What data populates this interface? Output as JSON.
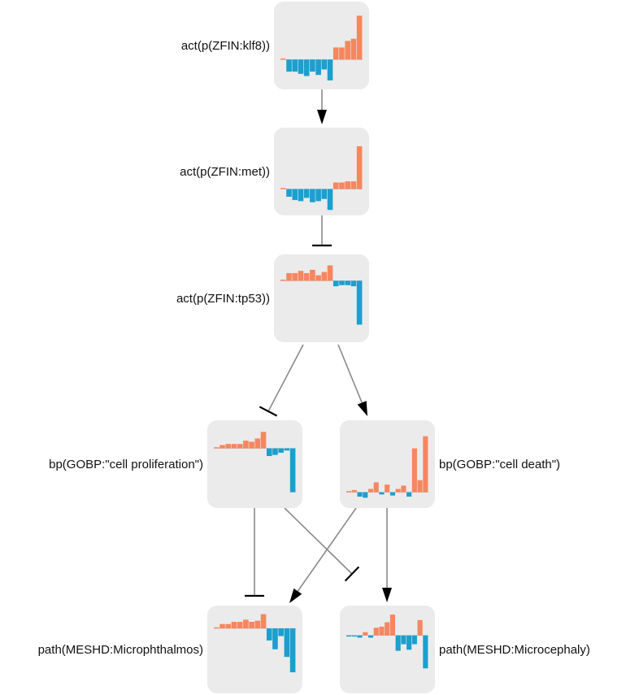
{
  "colors": {
    "node_fill": "#ebebeb",
    "positive": "#f6865f",
    "negative": "#1b9fcf",
    "edge": "#8a8a8a",
    "edge_head": "#000000",
    "baseline": "#bbbbbb"
  },
  "nodes": [
    {
      "id": "klf8",
      "label": "act(p(ZFIN:klf8))",
      "bars": [
        0.05,
        -0.55,
        -0.55,
        -0.65,
        -0.75,
        -0.55,
        -0.7,
        -0.45,
        -0.95,
        0.55,
        0.55,
        0.85,
        0.95,
        2.0
      ]
    },
    {
      "id": "met",
      "label": "act(p(ZFIN:met))",
      "bars": [
        0.05,
        -0.35,
        -0.5,
        -0.55,
        -0.4,
        -0.6,
        -0.55,
        -0.45,
        -0.95,
        0.3,
        0.3,
        0.35,
        0.35,
        1.95
      ]
    },
    {
      "id": "tp53",
      "label": "act(p(ZFIN:tp53))",
      "bars": [
        0.05,
        0.35,
        0.35,
        0.45,
        0.35,
        0.5,
        0.25,
        0.4,
        0.7,
        -0.25,
        -0.2,
        -0.2,
        -0.25,
        -2.0
      ]
    },
    {
      "id": "cell_proliferation",
      "label": "bp(GOBP:\"cell proliferation\")",
      "bars": [
        0.05,
        0.15,
        0.2,
        0.2,
        0.2,
        0.35,
        0.3,
        0.45,
        0.75,
        -0.35,
        -0.3,
        -0.2,
        -0.1,
        -2.0
      ]
    },
    {
      "id": "cell_death",
      "label": "bp(GOBP:\"cell death\")",
      "bars": [
        0.05,
        0.1,
        -0.2,
        -0.25,
        0.15,
        0.45,
        -0.1,
        0.35,
        -0.15,
        0.15,
        0.3,
        -0.2,
        2.0,
        0.55,
        2.55
      ]
    },
    {
      "id": "microphthalmos",
      "label": "path(MESHD:Microphthalmos)",
      "bars": [
        0.05,
        0.2,
        0.2,
        0.3,
        0.3,
        0.4,
        0.3,
        0.35,
        0.65,
        -0.55,
        -0.95,
        -0.35,
        -1.3,
        -2.0
      ]
    },
    {
      "id": "microcephaly",
      "label": "path(MESHD:Microcephaly)",
      "bars": [
        -0.05,
        -0.05,
        -0.1,
        0.15,
        -0.1,
        0.35,
        0.4,
        0.6,
        0.95,
        -0.7,
        -0.4,
        -0.65,
        -0.4,
        0.7,
        -1.5
      ]
    }
  ],
  "edges": [
    {
      "from": "klf8",
      "to": "met",
      "type": "increases"
    },
    {
      "from": "met",
      "to": "tp53",
      "type": "decreases"
    },
    {
      "from": "tp53",
      "to": "cell_proliferation",
      "type": "decreases"
    },
    {
      "from": "tp53",
      "to": "cell_death",
      "type": "increases"
    },
    {
      "from": "cell_proliferation",
      "to": "microphthalmos",
      "type": "decreases"
    },
    {
      "from": "cell_proliferation",
      "to": "microcephaly",
      "type": "decreases"
    },
    {
      "from": "cell_death",
      "to": "microphthalmos",
      "type": "increases"
    },
    {
      "from": "cell_death",
      "to": "microcephaly",
      "type": "increases"
    }
  ]
}
